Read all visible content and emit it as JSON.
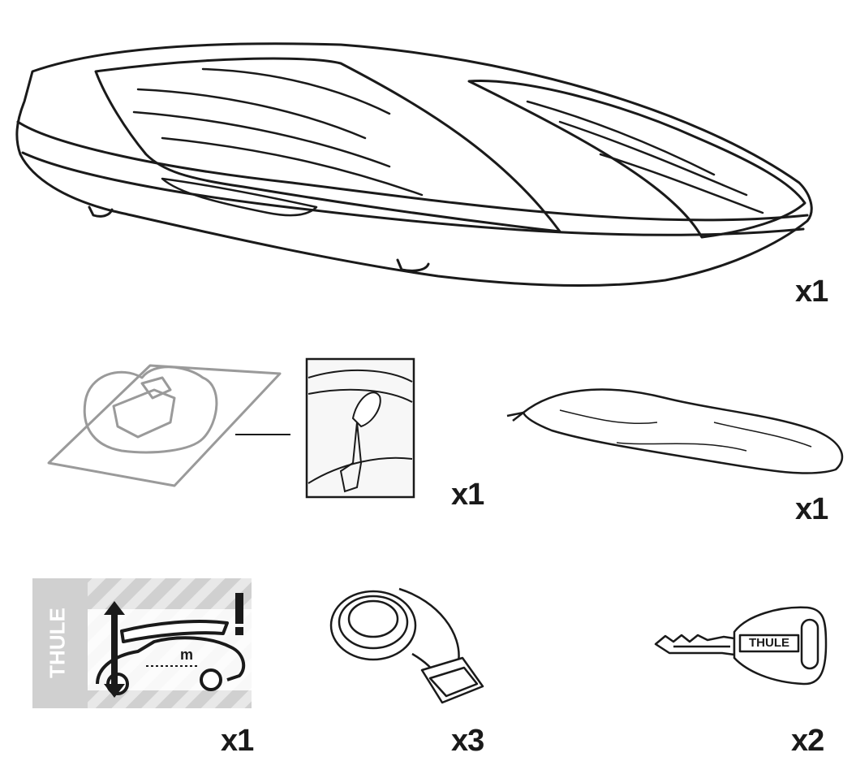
{
  "items": [
    {
      "name": "roof-box",
      "quantity": "x1"
    },
    {
      "name": "mounting-kit",
      "quantity": "x1"
    },
    {
      "name": "protective-cover",
      "quantity": "x1"
    },
    {
      "name": "height-warning-sticker",
      "quantity": "x1",
      "sticker_brand": "THULE",
      "sticker_label": "m"
    },
    {
      "name": "strap",
      "quantity": "x3"
    },
    {
      "name": "key",
      "quantity": "x2",
      "key_brand": "THULE"
    }
  ],
  "colors": {
    "line": "#1a1a1a",
    "gray": "#9a9a9a",
    "sticker_bg": "#d0d0d0",
    "stripe": "#e8e8e8"
  }
}
